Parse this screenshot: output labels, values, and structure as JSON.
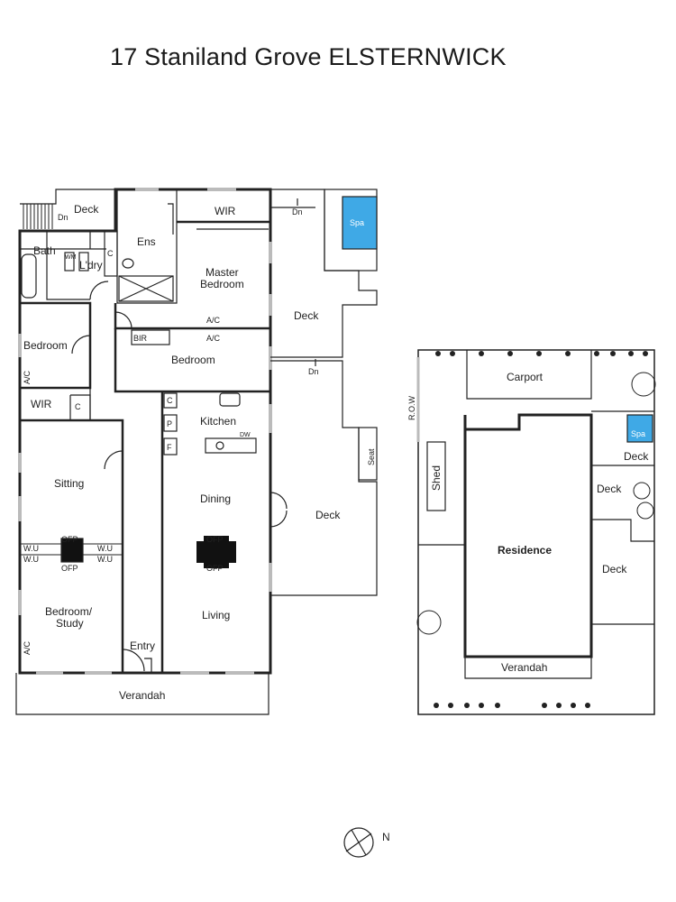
{
  "title": "17 Staniland Grove ELSTERNWICK",
  "colors": {
    "wall": "#222222",
    "spa": "#3fa9e6",
    "window": "#bbbbbb"
  },
  "floor_plan": {
    "deck_top_left": "Deck",
    "dn1": "Dn",
    "dn2": "Dn",
    "dn3": "Dn",
    "wir_top": "WIR",
    "spa": "Spa",
    "ens": "Ens",
    "bath": "Bath",
    "wm": "WM",
    "laundry": "L'dry",
    "c_laundry": "C",
    "master_bedroom_line1": "Master",
    "master_bedroom_line2": "Bedroom",
    "deck_right_top": "Deck",
    "ac1": "A/C",
    "ac2": "A/C",
    "ac_left1": "A/C",
    "ac_left2": "A/C",
    "bir": "BIR",
    "bedroom_left": "Bedroom",
    "bedroom_mid": "Bedroom",
    "wir_left": "WIR",
    "c_left": "C",
    "c_kitchen": "C",
    "p": "P",
    "f": "F",
    "kitchen": "Kitchen",
    "dw": "DW",
    "seat": "Seat",
    "sitting": "Sitting",
    "dining": "Dining",
    "deck_big": "Deck",
    "ofp1": "OFP",
    "ofp2": "OFP",
    "ofp3": "OFP",
    "ofp4": "OFP",
    "wu1": "W.U",
    "wu2": "W.U",
    "wu3": "W.U",
    "wu4": "W.U",
    "bedroom_study_line1": "Bedroom/",
    "bedroom_study_line2": "Study",
    "living": "Living",
    "entry": "Entry",
    "verandah": "Verandah"
  },
  "site_plan": {
    "row": "R.O.W",
    "carport": "Carport",
    "spa": "Spa",
    "deck1": "Deck",
    "deck2": "Deck",
    "deck3": "Deck",
    "shed": "Shed",
    "residence": "Residence",
    "verandah": "Verandah"
  },
  "compass": {
    "north_label": "N",
    "icon": "compass-icon"
  }
}
